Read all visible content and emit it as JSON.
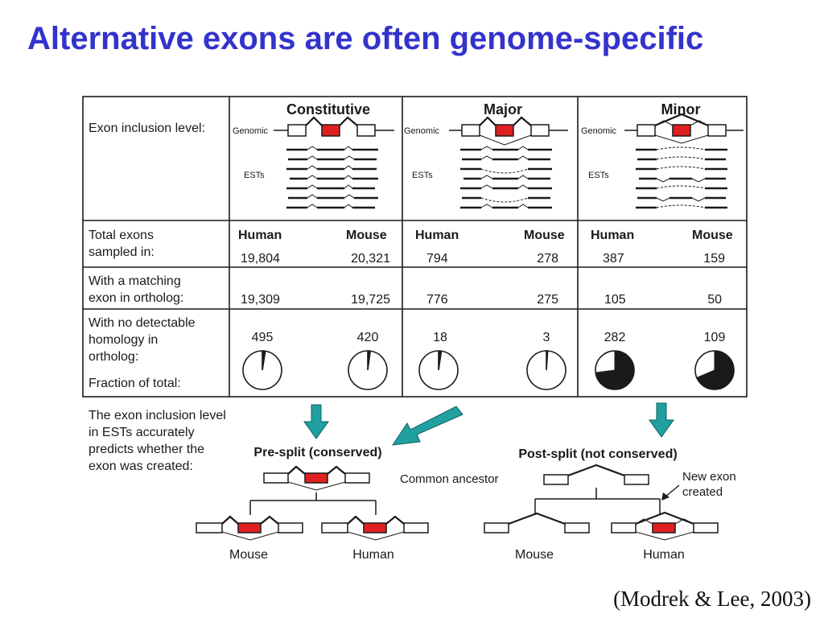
{
  "title": "Alternative exons are often genome-specific",
  "citation": "(Modrek & Lee, 2003)",
  "colors": {
    "title": "#3333cc",
    "exon_red": "#e02020",
    "arrow_teal": "#20a0a0",
    "line": "#1a1a1a"
  },
  "table": {
    "row_labels": {
      "inclusion": "Exon inclusion level:",
      "total_1": "Total exons",
      "total_2": "sampled in:",
      "match_1": "With a matching",
      "match_2": "exon in ortholog:",
      "nohom_1": "With no detectable",
      "nohom_2": "homology in",
      "nohom_3": "ortholog:",
      "fraction": "Fraction of total:"
    },
    "genomic_label": "Genomic",
    "ests_label": "ESTs",
    "groups": [
      {
        "name": "Constitutive",
        "human_label": "Human",
        "mouse_label": "Mouse",
        "total": {
          "human": "19,804",
          "mouse": "20,321"
        },
        "matching": {
          "human": "19,309",
          "mouse": "19,725"
        },
        "no_homology": {
          "human": "495",
          "mouse": "420"
        },
        "fraction": {
          "human": 0.025,
          "mouse": 0.021
        }
      },
      {
        "name": "Major",
        "human_label": "Human",
        "mouse_label": "Mouse",
        "total": {
          "human": "794",
          "mouse": "278"
        },
        "matching": {
          "human": "776",
          "mouse": "275"
        },
        "no_homology": {
          "human": "18",
          "mouse": "3"
        },
        "fraction": {
          "human": 0.023,
          "mouse": 0.011
        }
      },
      {
        "name": "Minor",
        "human_label": "Human",
        "mouse_label": "Mouse",
        "total": {
          "human": "387",
          "mouse": "159"
        },
        "matching": {
          "human": "105",
          "mouse": "50"
        },
        "no_homology": {
          "human": "282",
          "mouse": "109"
        },
        "fraction": {
          "human": 0.73,
          "mouse": 0.686
        }
      }
    ]
  },
  "bottom": {
    "note_1": "The exon inclusion level",
    "note_2": "in ESTs accurately",
    "note_3": "predicts whether the",
    "note_4": "exon was created:",
    "pre_split": "Pre-split (conserved)",
    "post_split": "Post-split (not conserved)",
    "common_ancestor": "Common ancestor",
    "new_exon_1": "New exon",
    "new_exon_2": "created",
    "mouse": "Mouse",
    "human": "Human"
  }
}
